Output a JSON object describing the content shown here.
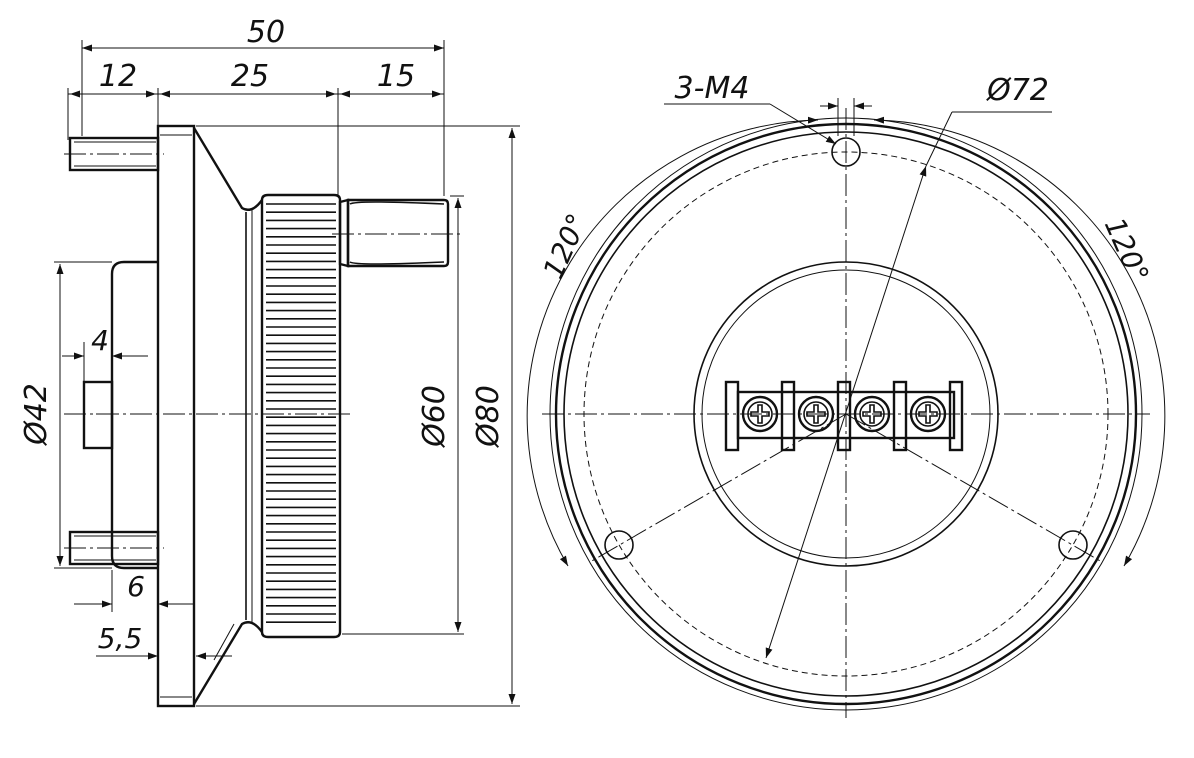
{
  "side_view": {
    "dim_overall_length": "50",
    "dim_shaft_length": "12",
    "dim_body_length": "25",
    "dim_handle_length": "15",
    "dim_flange_dia": "Ø80",
    "dim_wheel_dia": "Ø60",
    "dim_boss_dia": "Ø42",
    "dim_key_width": "4",
    "dim_flange_thickness": "6",
    "dim_taper_length": "5,5"
  },
  "front_view": {
    "dim_mount_holes": "3-M4",
    "dim_bolt_circle": "Ø72",
    "angle_left": "120°",
    "angle_right": "120°",
    "terminal_count": 4
  }
}
